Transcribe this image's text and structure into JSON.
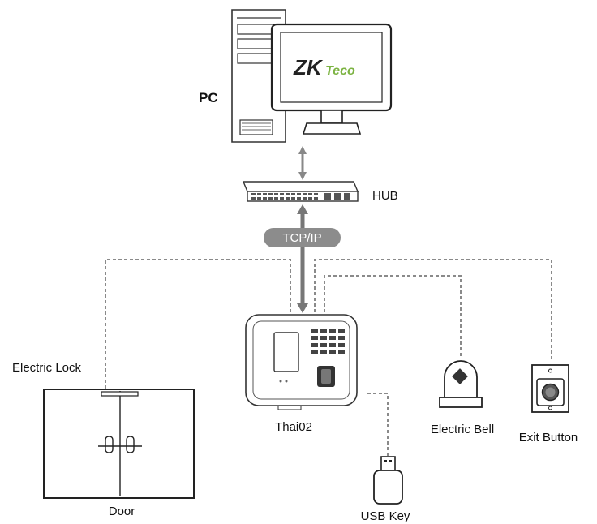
{
  "labels": {
    "pc": "PC",
    "hub": "HUB",
    "tcpip": "TCP/IP",
    "electric_lock": "Electric Lock",
    "device": "Thai02",
    "electric_bell": "Electric Bell",
    "exit_button": "Exit Button",
    "door": "Door",
    "usb_key": "USB Key",
    "monitor_brand_prefix": "ZK",
    "monitor_brand_suffix": "Teco"
  },
  "colors": {
    "brand_green": "#7cb342",
    "tcpip_pill": "#8c8c8c",
    "connector_gray": "#8a8a8a"
  }
}
